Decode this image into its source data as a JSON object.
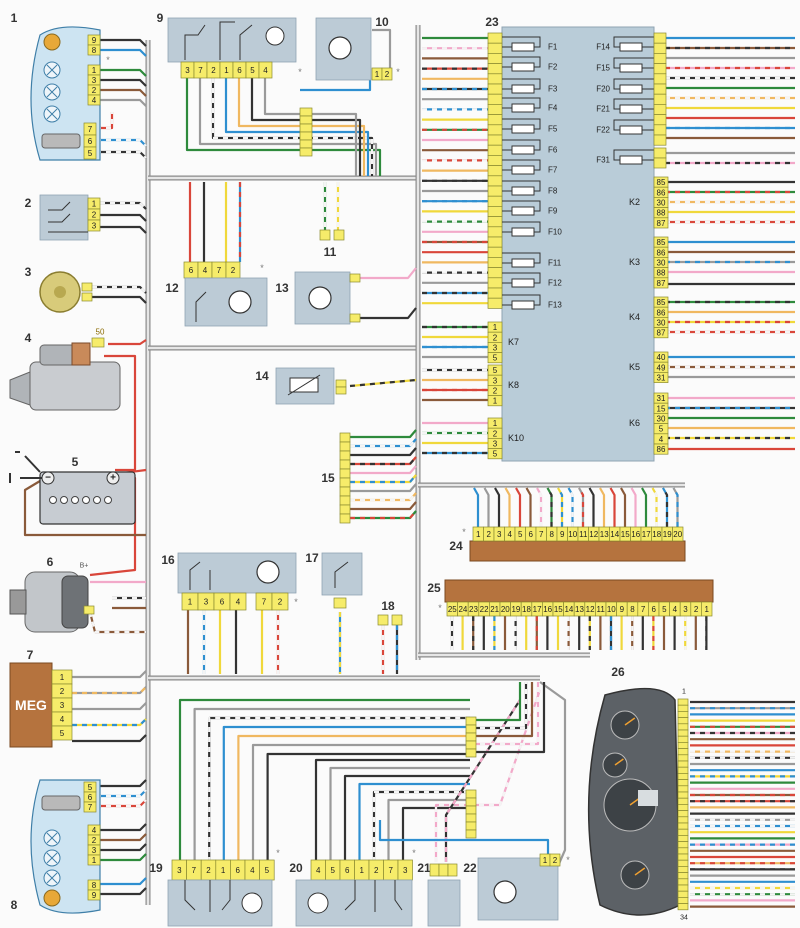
{
  "marker": "*",
  "components": {
    "c1": {
      "num": "1",
      "pins_top": [
        "9",
        "8"
      ],
      "pins_mid": [
        "1",
        "3",
        "2",
        "4"
      ],
      "pins_bot": [
        "7",
        "6",
        "5"
      ]
    },
    "c2": {
      "num": "2",
      "pins": [
        "1",
        "2",
        "3"
      ]
    },
    "c3": {
      "num": "3"
    },
    "c4": {
      "num": "4",
      "terminal": "50"
    },
    "c5": {
      "num": "5",
      "minus": "−",
      "plus": "+"
    },
    "c6": {
      "num": "6",
      "terminal": "B+"
    },
    "c7": {
      "num": "7",
      "label": "MEG",
      "pins": [
        "1",
        "2",
        "3",
        "4",
        "5"
      ]
    },
    "c8": {
      "num": "8",
      "pins_top": [
        "5",
        "6",
        "7"
      ],
      "pins_mid": [
        "4",
        "2",
        "3",
        "1"
      ],
      "pins_bot": [
        "8",
        "9"
      ]
    },
    "c9": {
      "num": "9",
      "pins": [
        "3",
        "7",
        "2",
        "1",
        "6",
        "5",
        "4"
      ]
    },
    "c10": {
      "num": "10",
      "pins": [
        "1",
        "2"
      ]
    },
    "c11": {
      "num": "11"
    },
    "c12": {
      "num": "12",
      "pins": [
        "6",
        "4",
        "7",
        "2"
      ]
    },
    "c13": {
      "num": "13"
    },
    "c14": {
      "num": "14"
    },
    "c15": {
      "num": "15"
    },
    "c16": {
      "num": "16",
      "pins": [
        "1",
        "3",
        "6",
        "4",
        "7",
        "2"
      ]
    },
    "c17": {
      "num": "17"
    },
    "c18": {
      "num": "18"
    },
    "c19": {
      "num": "19",
      "pins": [
        "3",
        "7",
        "2",
        "1",
        "6",
        "4",
        "5"
      ]
    },
    "c20": {
      "num": "20",
      "pins": [
        "4",
        "5",
        "6",
        "1",
        "2",
        "7",
        "3"
      ]
    },
    "c21": {
      "num": "21"
    },
    "c22": {
      "num": "22",
      "pins": [
        "1",
        "2"
      ]
    },
    "c26": {
      "num": "26",
      "first_pin": "1",
      "last_pin": "34"
    }
  },
  "fuse_box": {
    "num": "23",
    "fuses_left": [
      "F1",
      "F2",
      "F3",
      "F4",
      "F5",
      "F6",
      "F7",
      "F8",
      "F9",
      "F10",
      "F11",
      "F12",
      "F13"
    ],
    "fuses_right": [
      "F14",
      "F15",
      "F20",
      "F21",
      "F22",
      "F31"
    ],
    "relays_right": [
      {
        "label": "K2",
        "pins": [
          "85",
          "86",
          "30",
          "88",
          "87"
        ]
      },
      {
        "label": "K3",
        "pins": [
          "85",
          "86",
          "30",
          "88",
          "87"
        ]
      },
      {
        "label": "K4",
        "pins": [
          "85",
          "86",
          "30",
          "87"
        ]
      },
      {
        "label": "K5",
        "pins": [
          "40",
          "49",
          "31"
        ]
      },
      {
        "label": "K6",
        "pins": [
          "31",
          "15",
          "30",
          "5",
          "4",
          "86"
        ]
      }
    ],
    "relays_left": [
      {
        "label": "K7",
        "pins": [
          "1",
          "2",
          "3",
          "5"
        ]
      },
      {
        "label": "K8",
        "pins": [
          "5",
          "3",
          "2",
          "1"
        ]
      },
      {
        "label": "K10",
        "pins": [
          "1",
          "2",
          "3",
          "5"
        ]
      }
    ]
  },
  "connector_24": {
    "num": "24",
    "pins": [
      "1",
      "2",
      "3",
      "4",
      "5",
      "6",
      "7",
      "8",
      "9",
      "10",
      "11",
      "12",
      "13",
      "14",
      "15",
      "16",
      "17",
      "18",
      "19",
      "20"
    ]
  },
  "connector_25": {
    "num": "25",
    "pins": [
      "25",
      "24",
      "23",
      "22",
      "21",
      "20",
      "19",
      "18",
      "17",
      "16",
      "15",
      "14",
      "13",
      "12",
      "11",
      "10",
      "9",
      "8",
      "7",
      "6",
      "5",
      "4",
      "3",
      "2",
      "1"
    ]
  },
  "colors": {
    "red": "#d9463a",
    "blue": "#2e8fd0",
    "green": "#2e8a3c",
    "black": "#333333",
    "gray": "#9a9a9a",
    "yellow": "#f0d83a",
    "pink": "#f2a9c9",
    "orange": "#f0b860",
    "brown": "#8a5a3a",
    "white": "#f4f4f4",
    "pin": "#f6ec6a",
    "panel": "#bccbd6"
  }
}
